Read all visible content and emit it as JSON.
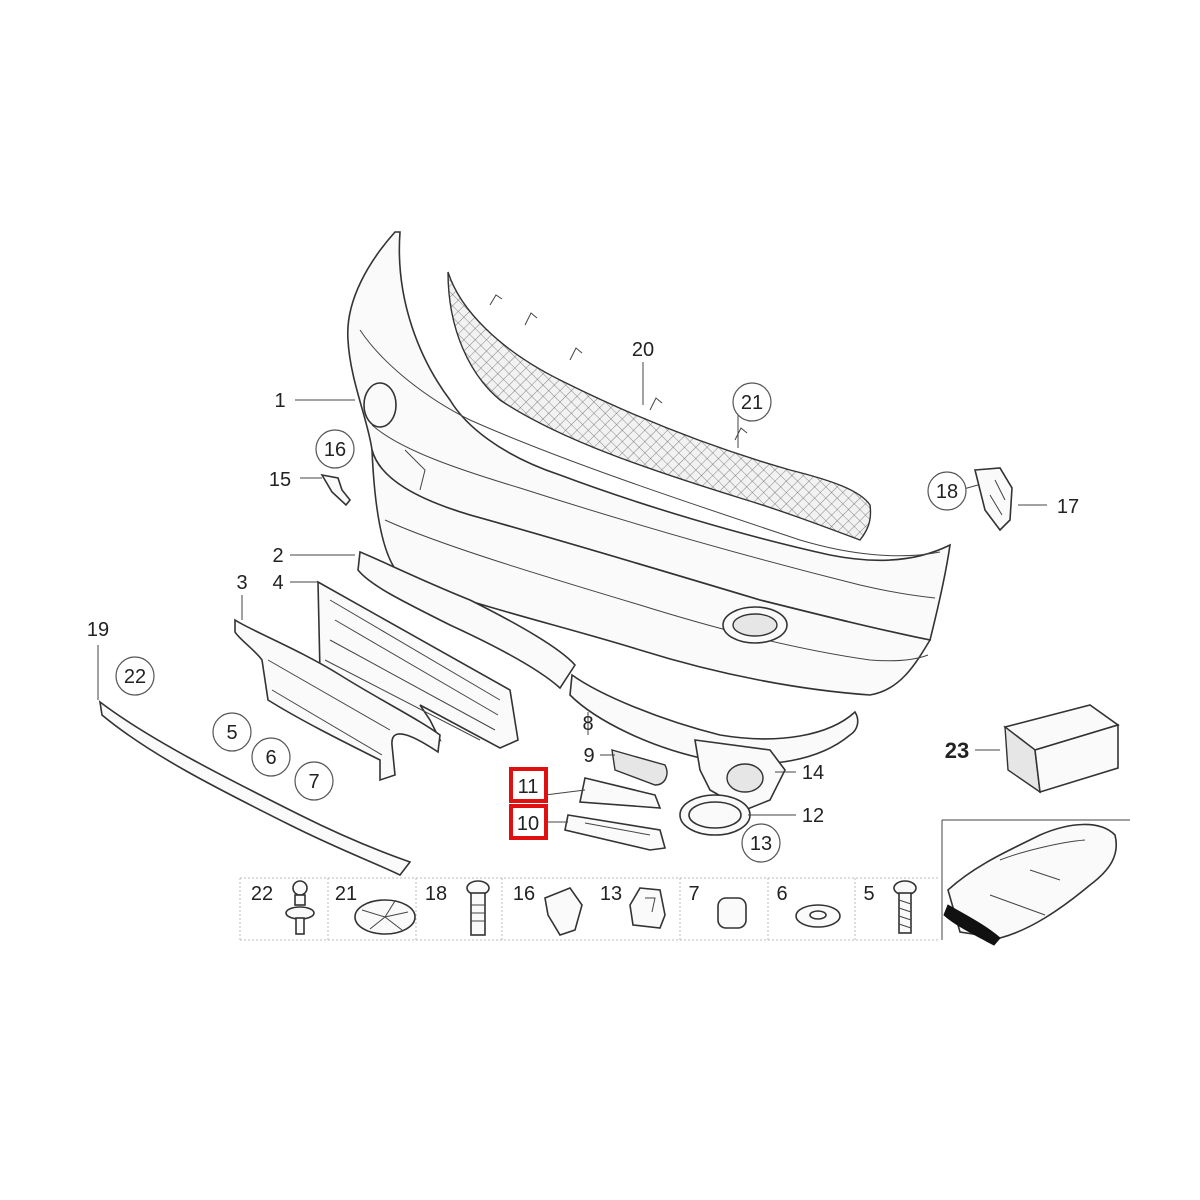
{
  "callouts": {
    "p1": "1",
    "p2": "2",
    "p3": "3",
    "p4": "4",
    "p5": "5",
    "p6": "6",
    "p7": "7",
    "p8": "8",
    "p9": "9",
    "p10": "10",
    "p11": "11",
    "p12": "12",
    "p13": "13",
    "p14": "14",
    "p15": "15",
    "p16": "16",
    "p17": "17",
    "p18": "18",
    "p19": "19",
    "p20": "20",
    "p21": "21",
    "p22": "22",
    "p23": "23"
  },
  "fastener_row": {
    "labels": [
      "22",
      "21",
      "18",
      "16",
      "13",
      "7",
      "6",
      "5"
    ]
  },
  "highlighted_parts": [
    "10",
    "11"
  ],
  "colors": {
    "highlight": "#e01010",
    "line": "#333333"
  },
  "icons": [
    "bumper-cover",
    "grille-mesh",
    "trim-strip",
    "license-plate-bracket",
    "fog-light-bezel",
    "kit-box",
    "car-silhouette"
  ]
}
